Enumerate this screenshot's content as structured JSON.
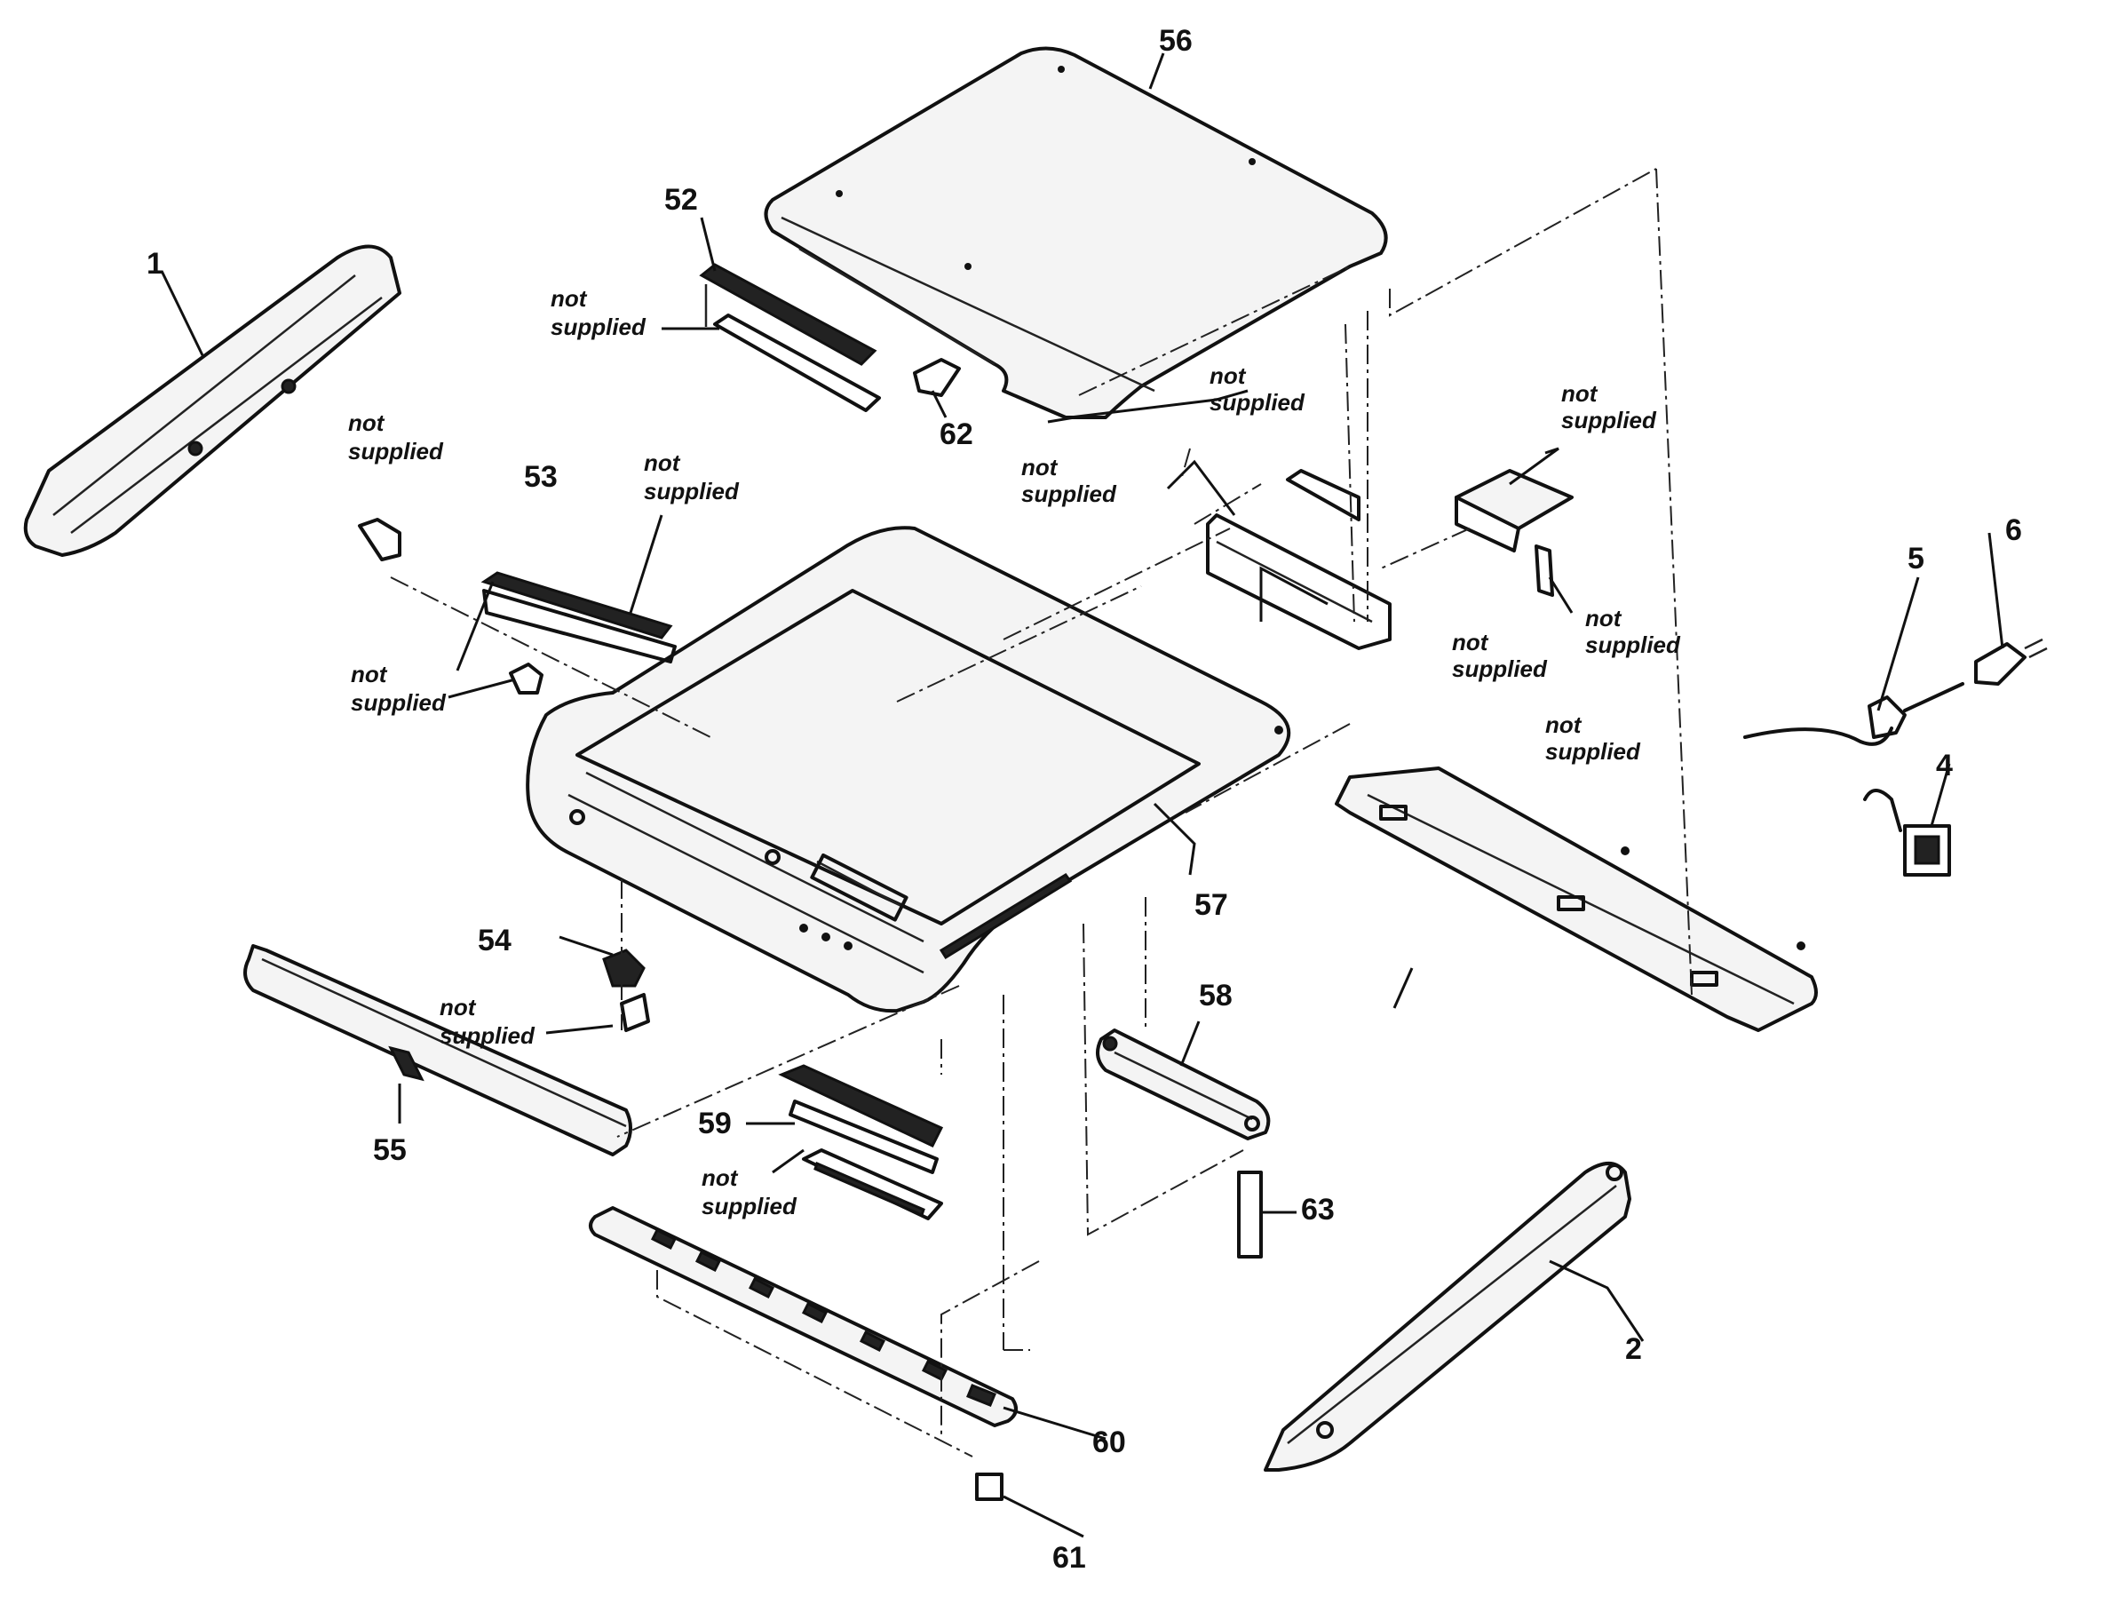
{
  "labels": {
    "p1": "1",
    "p2": "2",
    "p4": "4",
    "p5": "5",
    "p6": "6",
    "p52": "52",
    "p53": "53",
    "p54": "54",
    "p55": "55",
    "p56": "56",
    "p57": "57",
    "p58": "58",
    "p59": "59",
    "p60": "60",
    "p61": "61",
    "p62": "62",
    "p63": "63"
  },
  "not_supplied": {
    "line1": "not",
    "line2": "supplied"
  }
}
